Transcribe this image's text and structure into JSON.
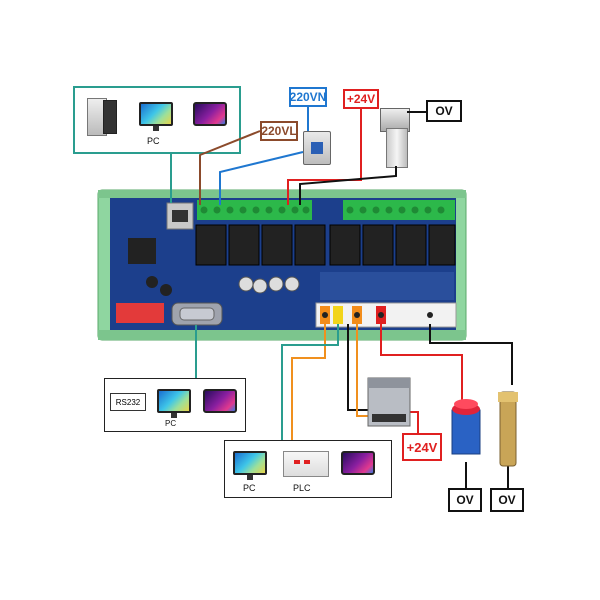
{
  "labels": {
    "pc_top": "PC",
    "pc_rs232": "PC",
    "rs232": "RS232",
    "pc_bottom": "PC",
    "plc": "PLC",
    "v220n": "220VN",
    "v220l": "220VL",
    "v24_top": "+24V",
    "v24_bottom": "+24V",
    "ov_valve": "OV",
    "ov_button": "OV",
    "ov_sensor": "OV"
  },
  "colors": {
    "teal_box": "#2a9d8f",
    "blue": "#1f77d0",
    "red": "#e02020",
    "brown": "#8b4a2b",
    "orange": "#f0901e",
    "board_green": "#8fd6a0",
    "pcb_blue": "#1c3f8c"
  }
}
